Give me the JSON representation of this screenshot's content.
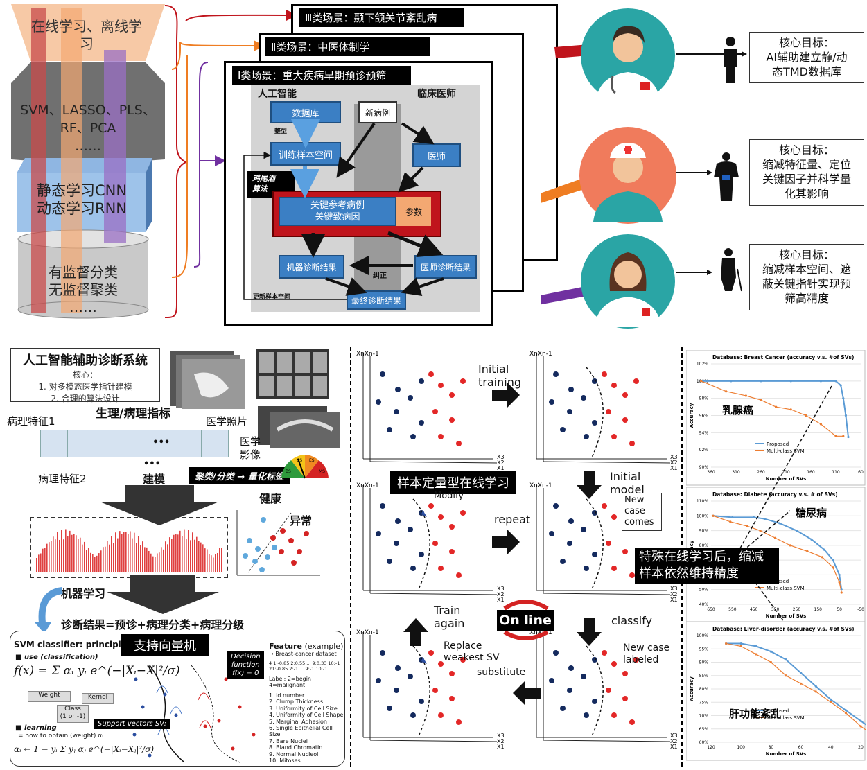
{
  "pyramid": {
    "top": "在线学习、离线学习",
    "algorithms": [
      "SVM、LASSO、PLS、",
      "RF、PCA",
      "……"
    ],
    "cnn": [
      "静态学习CNN",
      "动态学习RNN"
    ],
    "base": [
      "有监督分类",
      "无监督聚类",
      "……"
    ]
  },
  "scenarios": {
    "s3": "Ⅲ类场景：颞下颌关节紊乱病",
    "s2": "Ⅱ类场景：中医体制学",
    "s1": "Ⅰ类场景：重大疾病早期预诊预筛"
  },
  "flow": {
    "ai_title": "人工智能",
    "clinic_title": "临床医师",
    "database": "数据库",
    "organize": "整型",
    "train_space": "训练样本空间",
    "new_case": "新病例",
    "doctor": "医师",
    "cocktail": [
      "鸡尾酒",
      "算法"
    ],
    "key_case": [
      "关键参考病例",
      "关键致病因"
    ],
    "params": "参数",
    "machine_result": "机器诊断结果",
    "doctor_result": "医师诊断结果",
    "correct": "纠正",
    "update_space": "更新样本空间",
    "final_result": "最终诊断结果"
  },
  "goals": [
    [
      "核心目标：",
      "AI辅助建立静/动",
      "态TMD数据库"
    ],
    [
      "核心目标：",
      "缩减特征量、定位",
      "关键因子并科学量",
      "化其影响"
    ],
    [
      "核心目标：",
      "缩减样本空间、遮",
      "蔽关键指针实现预",
      "筛高精度"
    ]
  ],
  "system": {
    "title": "人工智能辅助诊断系统",
    "core": "核心：",
    "core1": "1. 对多模态医学指针建模",
    "core2": "2. 合理的算法设计",
    "phys": "生理/病理指标",
    "path1": "病理特征1",
    "path2": "病理特征2",
    "photo": "医学照片",
    "imaging": [
      "医学",
      "影像"
    ],
    "dots": "•••",
    "modeling": "建模",
    "cluster": "聚类/分类 → 量化标签",
    "healthy": "健康",
    "abnormal": "异常",
    "ml": "机器学习",
    "diagnosis": "诊断结果=预诊+病理分类+病理分级",
    "gauge": [
      "BS",
      "CS",
      "ES",
      "MS"
    ]
  },
  "svm": {
    "title": "SVM classifier: principle",
    "use": "use (classification)",
    "formula": "f(x) = Σ αᵢ yᵢ e^(−|Xᵢ−X|²/σ)",
    "weight": "Weight",
    "kernel": "Kernel",
    "cls": [
      "Class",
      "(1 or -1)"
    ],
    "learning": "learning",
    "learning2": "= how to obtain (weight) αᵢ",
    "formula2": "αᵢ ← 1 − yᵢ Σ yⱼ αⱼ e^(−|Xᵢ−Xⱼ|²/σ)",
    "svm_label": "支持向量机",
    "decision": [
      "Decision",
      "function",
      "f(x) = 0"
    ],
    "support": "Support vectors SV:",
    "feature_title": "Feature",
    "feature_example": "(example)",
    "dataset": "→ Breast-cancer dataset",
    "row1": "4  1:-0.85  2:0.55  ...  9:0.33  10:-1",
    "row2": "21:-0.85  2:-1   ...  9:-1    10:-1",
    "label_note": "Label: 2=begin 4=malignant",
    "features": [
      "1. id number",
      "2. Clump Thickness",
      "3. Uniformity of Cell Size",
      "4. Uniformity of Cell Shape",
      "5. Marginal Adhesion",
      "6. Single Epithelial Cell Size",
      "7. Bare Nuclei",
      "8. Bland Chromatin",
      "9. Normal Nucleoli",
      "10. Mitoses"
    ]
  },
  "online": {
    "xn": "XnXn-1",
    "x3": "X3",
    "x2": "X2",
    "x1": "X1",
    "initial_training": [
      "Initial",
      "training"
    ],
    "initial_model": [
      "Initial",
      "model"
    ],
    "modify": "Modify",
    "banner": "样本定量型在线学习",
    "repeat": "repeat",
    "new_case_comes": [
      "New",
      "case",
      "comes"
    ],
    "train_again": [
      "Train",
      "again"
    ],
    "online": "On line",
    "classify": "classify",
    "replace": [
      "Replace",
      "weakest SV"
    ],
    "substitute": "substitute",
    "new_case_labeled": [
      "New case",
      "labeled"
    ]
  },
  "charts_note": "特殊在线学习后，缩减样本依然维持精度",
  "chart_data": [
    {
      "type": "line",
      "title": "Database: Breast Cancer (accuracy v.s. #of SVs)",
      "annotation": "乳腺癌",
      "xlabel": "Number of SVs",
      "ylabel": "Accuracy",
      "x_ticks": [
        "360",
        "310",
        "260",
        "210",
        "160",
        "110",
        "60"
      ],
      "y_ticks": [
        "90%",
        "92%",
        "94%",
        "96%",
        "98%",
        "100%",
        "102%"
      ],
      "series": [
        {
          "name": "Proposed",
          "x": [
            380,
            320,
            260,
            200,
            140,
            110,
            100,
            95,
            90,
            85
          ],
          "y": [
            100,
            100,
            100,
            100,
            100,
            100,
            99.5,
            98,
            96,
            93.5
          ]
        },
        {
          "name": "Multi-class SVM",
          "x": [
            380,
            330,
            290,
            260,
            230,
            200,
            170,
            140,
            110,
            95
          ],
          "y": [
            100,
            98.8,
            98.3,
            97.8,
            97,
            96.7,
            96,
            95,
            93.6,
            93.6
          ]
        }
      ]
    },
    {
      "type": "line",
      "title": "Database: Diabete (accuracy v.s. # of SVs)",
      "annotation": "糖尿病",
      "xlabel": "Number of SVs",
      "ylabel": "Accuracy",
      "x_ticks": [
        "650",
        "550",
        "450",
        "350",
        "250",
        "150",
        "50",
        "-50"
      ],
      "y_ticks": [
        "40%",
        "50%",
        "60%",
        "70%",
        "80%",
        "90%",
        "100%",
        "110%"
      ],
      "series": [
        {
          "name": "Proposed",
          "x": [
            640,
            550,
            450,
            400,
            330,
            250,
            180,
            120,
            80,
            50,
            40
          ],
          "y": [
            100,
            99,
            99,
            98,
            95,
            90,
            84,
            77,
            70,
            60,
            50
          ]
        },
        {
          "name": "Multi-class SVM",
          "x": [
            640,
            560,
            480,
            420,
            350,
            280,
            200,
            130,
            80,
            50,
            40
          ],
          "y": [
            100,
            96,
            93,
            90,
            85,
            80,
            76,
            72,
            65,
            55,
            48
          ]
        }
      ]
    },
    {
      "type": "line",
      "title": "Database: Liver-disorder (accuracy v.s. #of SVs)",
      "annotation": "肝功能紊乱",
      "xlabel": "Number of SVs",
      "ylabel": "Accuracy",
      "x_ticks": [
        "120",
        "100",
        "80",
        "60",
        "40",
        "20"
      ],
      "y_ticks": [
        "60%",
        "65%",
        "70%",
        "75%",
        "80%",
        "85%",
        "90%",
        "95%",
        "100%"
      ],
      "series": [
        {
          "name": "Proposed",
          "x": [
            110,
            100,
            90,
            80,
            70,
            60,
            50,
            40,
            30,
            20,
            15,
            12
          ],
          "y": [
            97,
            97,
            96,
            94,
            91,
            86,
            81,
            76,
            72,
            68,
            66,
            65
          ]
        },
        {
          "name": "Multi-class SVM",
          "x": [
            110,
            100,
            90,
            80,
            70,
            60,
            50,
            40,
            30,
            20,
            15,
            12
          ],
          "y": [
            97,
            96,
            93,
            90,
            85,
            82,
            79,
            75,
            71,
            66,
            64,
            65
          ]
        }
      ]
    }
  ],
  "colors": {
    "red": "#c0141c",
    "orange": "#ef7d22",
    "purple": "#7030a0",
    "blue": "#3b7fc4",
    "teal": "#2aa5a5",
    "peach": "#f07b5c"
  }
}
